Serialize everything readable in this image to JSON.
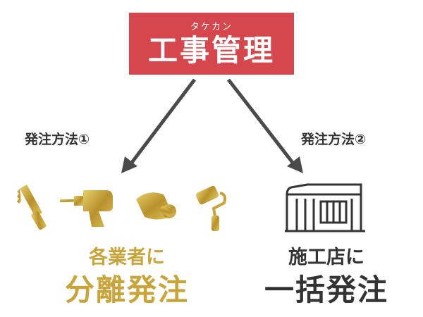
{
  "header": {
    "ruby": "タケカン",
    "title": "工事管理",
    "color": "#d6464d"
  },
  "methods": [
    {
      "label": "発注方法①",
      "line1": "各業者に",
      "line2": "分離発注",
      "color": "#c8a43a",
      "icons": [
        "saw-icon",
        "drill-icon",
        "trowel-icon",
        "paint-roller-icon"
      ]
    },
    {
      "label": "発注方法②",
      "line1": "施工店に",
      "line2": "一括発注",
      "color": "#333333",
      "icons": [
        "building-icon"
      ]
    }
  ],
  "arrow_color": "#4a4a4a"
}
